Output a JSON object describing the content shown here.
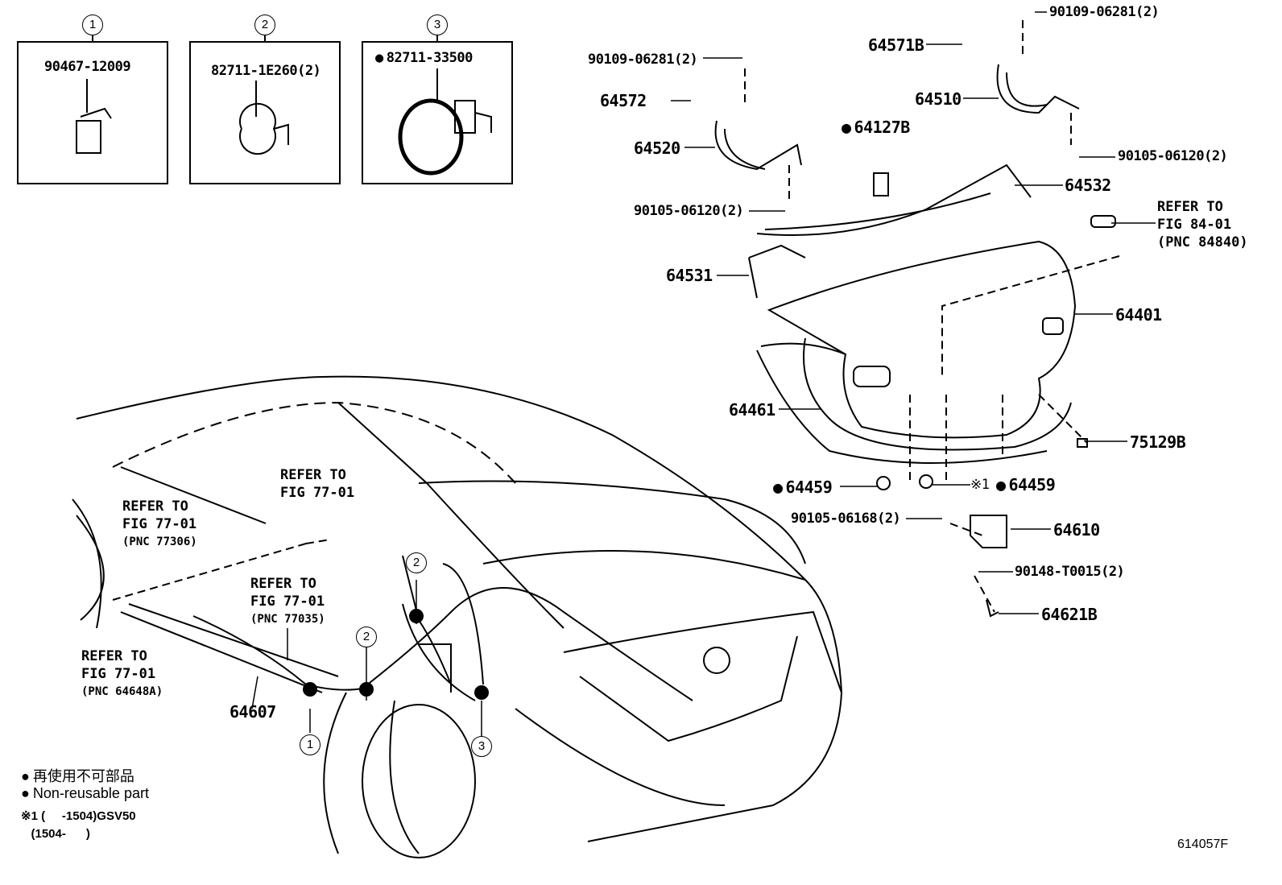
{
  "insets": [
    {
      "num": "1",
      "part": "90467-12009",
      "nonreusable": false
    },
    {
      "num": "2",
      "part": "82711-1E260(2)",
      "nonreusable": false
    },
    {
      "num": "3",
      "part": "82711-33500",
      "nonreusable": true
    }
  ],
  "parts": {
    "p90109_left": "90109-06281(2)",
    "p64572": "64572",
    "p64520": "64520",
    "p90105_left": "90105-06120(2)",
    "p64531": "64531",
    "p64127B": "64127B",
    "p90109_right": "90109-06281(2)",
    "p64571B": "64571B",
    "p64510": "64510",
    "p90105_right": "90105-06120(2)",
    "p64532": "64532",
    "p64401": "64401",
    "p64461": "64461",
    "p75129B": "75129B",
    "p64459_left": "64459",
    "p64459_right": "64459",
    "note_mark": "※1",
    "p90105_06168": "90105-06168(2)",
    "p64610": "64610",
    "p90148": "90148-T0015(2)",
    "p64621B": "64621B",
    "p64607": "64607"
  },
  "refs": {
    "fig84": {
      "line1": "REFER TO",
      "line2": "FIG 84-01",
      "pnc": "(PNC 84840)"
    },
    "fig77_a": {
      "line1": "REFER TO",
      "line2": "FIG 77-01",
      "pnc": "(PNC 77306)"
    },
    "fig77_b": {
      "line1": "REFER TO",
      "line2": "FIG 77-01",
      "pnc": ""
    },
    "fig77_c": {
      "line1": "REFER TO",
      "line2": "FIG 77-01",
      "pnc": "(PNC 77035)"
    },
    "fig77_d": {
      "line1": "REFER TO",
      "line2": "FIG 77-01",
      "pnc": "(PNC 64648A)"
    }
  },
  "callouts": {
    "c1": "1",
    "c2a": "2",
    "c2b": "2",
    "c3": "3"
  },
  "legend": {
    "jp": "再使用不可部品",
    "en": "Non-reusable part",
    "note1": "※1 (     -1504)GSV50",
    "note2": "   (1504-      )"
  },
  "figure_id": "614057F"
}
